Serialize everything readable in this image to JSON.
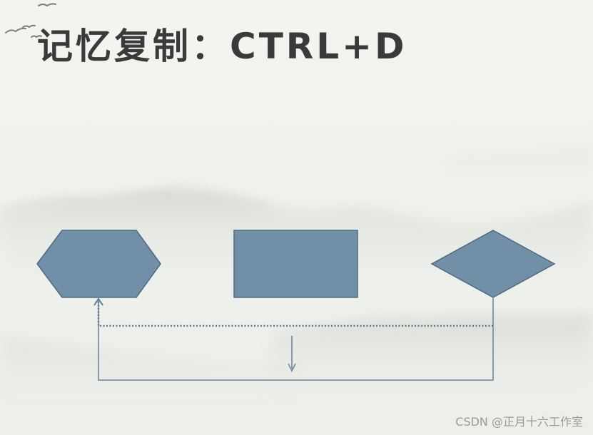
{
  "slide": {
    "title": "记忆复制：CTRL+D",
    "watermark": "CSDN @正月十六工作室"
  },
  "shapes": [
    {
      "name": "hexagon-shape",
      "kind": "hexagon"
    },
    {
      "name": "rectangle-shape",
      "kind": "rectangle"
    },
    {
      "name": "diamond-shape",
      "kind": "diamond"
    }
  ],
  "colors": {
    "shape_fill": "#7190a8",
    "shape_stroke": "#4e6a82",
    "connector": "#7a92a6",
    "dotted_connector": "#5e7b92",
    "title_text": "#3a3a3a",
    "background": "#f1f3ee"
  },
  "decorations": [
    "birds-icon",
    "misty-mountains"
  ]
}
